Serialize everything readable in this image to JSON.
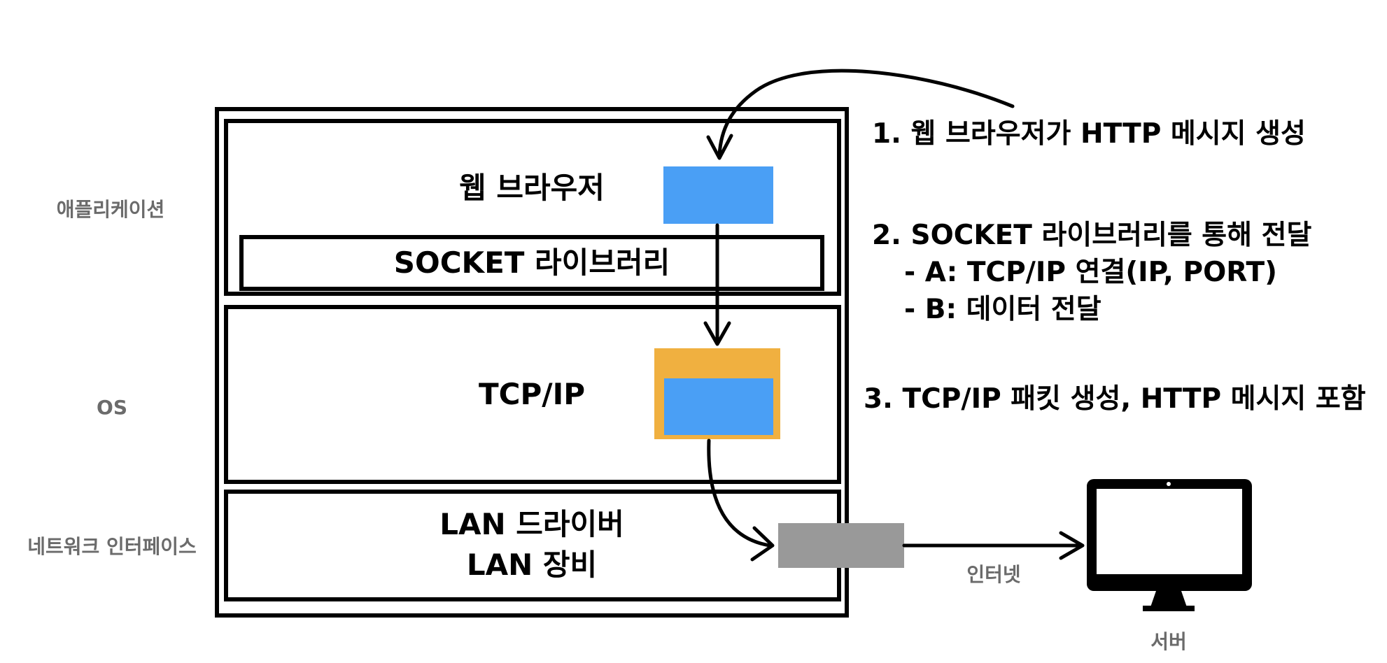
{
  "side_labels": {
    "application": "애플리케이션",
    "os": "OS",
    "network_interface": "네트워크 인터페이스"
  },
  "layers": {
    "web_browser": "웹 브라우저",
    "socket_library": "SOCKET 라이브러리",
    "tcp_ip": "TCP/IP",
    "lan_driver": "LAN 드라이버",
    "lan_device": "LAN 장비"
  },
  "steps": {
    "step1": "1. 웹 브라우저가 HTTP 메시지 생성",
    "step2": "2. SOCKET 라이브러리를 통해 전달",
    "step2a": "- A: TCP/IP 연결(IP, PORT)",
    "step2b": "- B: 데이터 전달",
    "step3": "3. TCP/IP 패킷 생성, HTTP 메시지 포함"
  },
  "network": {
    "internet": "인터넷",
    "server": "서버"
  },
  "colors": {
    "http_message": "#4a9ff5",
    "tcp_packet": "#f0b040",
    "lan_frame": "#999999",
    "text_gray": "#6b6b6b"
  }
}
